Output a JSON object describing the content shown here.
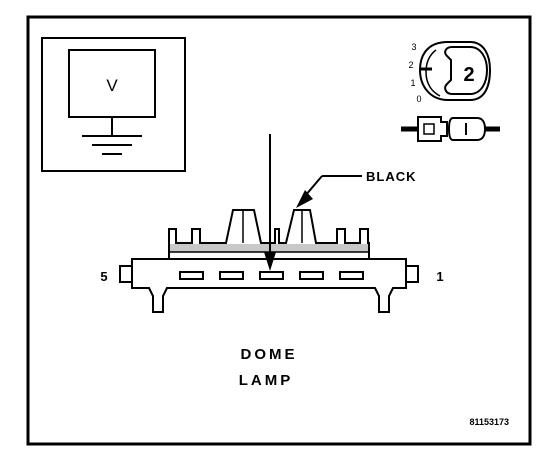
{
  "meter": {
    "label": "V"
  },
  "switch": {
    "positions": [
      "3",
      "2",
      "1",
      "0"
    ],
    "selected": "2"
  },
  "connector": {
    "wire_color": "BLACK",
    "pin_left": "5",
    "pin_right": "1",
    "name_line1": "DOME",
    "name_line2": "LAMP"
  },
  "figure_id": "81153173",
  "colors": {
    "ink": "#000000",
    "paper": "#ffffff",
    "shading": "#c8c8c8"
  }
}
